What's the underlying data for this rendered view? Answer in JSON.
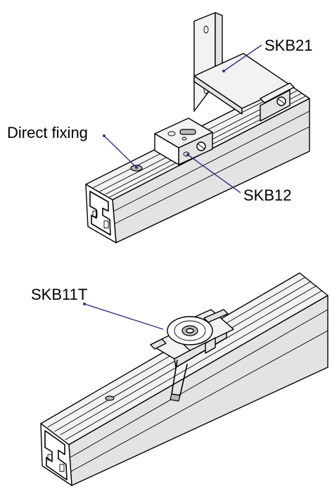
{
  "labels": {
    "bracket_top": "SKB21",
    "direct_fixing": "Direct fixing",
    "clip_mid": "SKB12",
    "clip_bottom": "SKB11T"
  },
  "colors": {
    "leader": "#3a2f8a",
    "metal_face": "#e3e3e3",
    "metal_shadow": "#b9b9b9"
  }
}
